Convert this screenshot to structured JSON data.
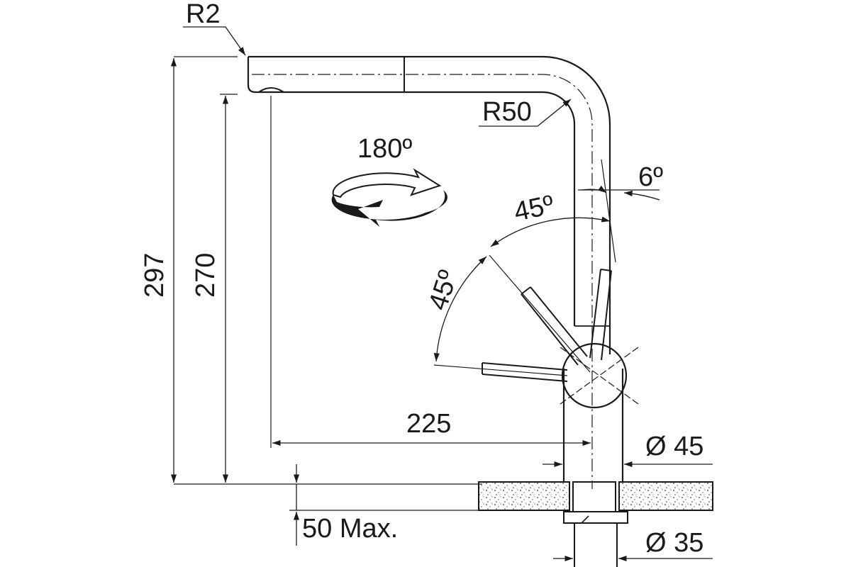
{
  "labels": {
    "r2": "R2",
    "r50": "R50",
    "swivel": "180º",
    "angle_6": "6º",
    "angle_45_upper": "45º",
    "angle_45_lower": "45º",
    "height_297": "297",
    "height_270": "270",
    "reach_225": "225",
    "dia_45": "Ø 45",
    "dia_35": "Ø 35",
    "deck_max": "50 Max."
  }
}
